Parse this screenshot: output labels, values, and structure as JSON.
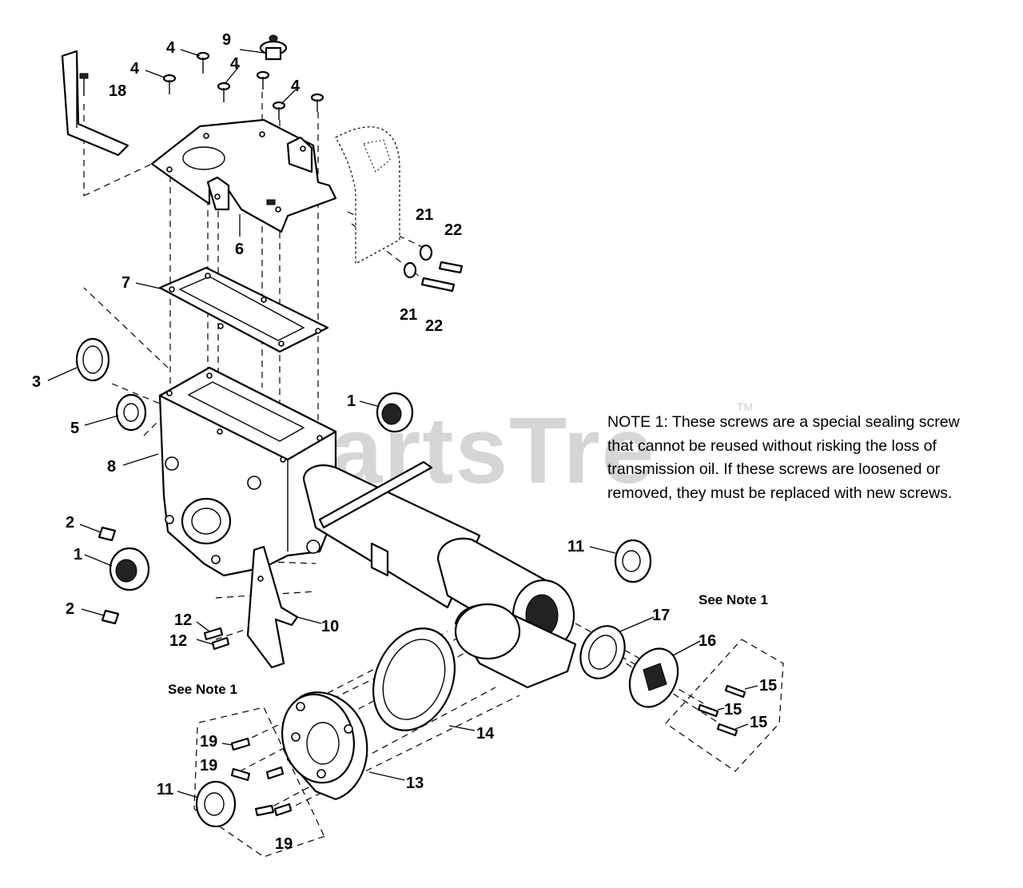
{
  "watermark": {
    "text": "PartsTre",
    "trademark": "TM"
  },
  "note": "NOTE 1: These screws are a special sealing screw\nthat cannot be reused without risking the loss of\ntransmission oil.  If these screws are loosened or\nremoved, they must be replaced with new screws.",
  "callouts": {
    "c1": "1",
    "c2": "2",
    "c3": "3",
    "c4": "4",
    "c5": "5",
    "c6": "6",
    "c7": "7",
    "c8": "8",
    "c9": "9",
    "c10": "10",
    "c11": "11",
    "c12": "12",
    "c13": "13",
    "c14": "14",
    "c15": "15",
    "c16": "16",
    "c17": "17",
    "c18": "18",
    "c19": "19",
    "c21": "21",
    "c22": "22"
  },
  "see_note": "See Note 1"
}
